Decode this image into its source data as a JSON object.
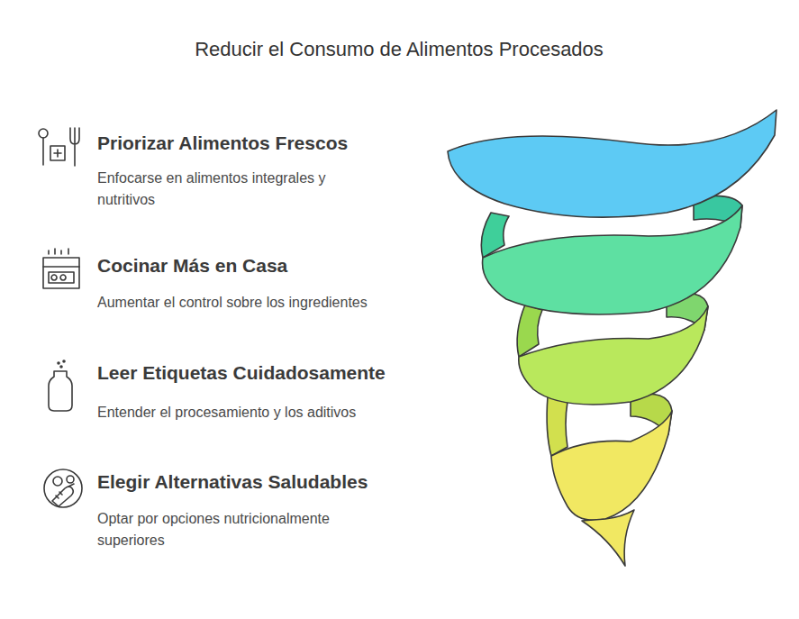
{
  "diagram": {
    "title": "Reducir el Consumo de Alimentos Procesados",
    "labels": [
      "Priorizar Alimentos Frescos",
      "Enfocarse en alimentos integrales y nutritivos",
      "Cocinar Más en Casa",
      "Aumentar el control sobre los ingredientes",
      "Leer Etiquetas Cuidadosamente",
      "Entender el procesamiento y los aditivos",
      "Elegir Alternativas Saludables",
      "Optar por opciones nutricionalmente superiores"
    ]
  }
}
